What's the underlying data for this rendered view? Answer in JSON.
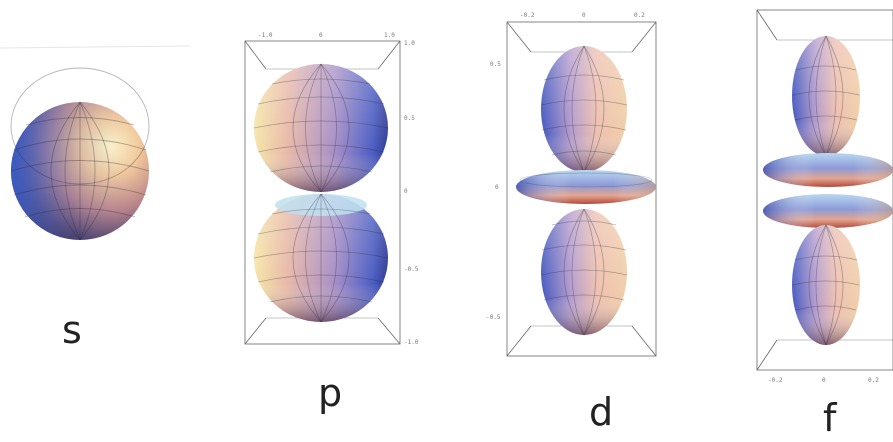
{
  "orbitals": [
    {
      "label": "s"
    },
    {
      "label": "p"
    },
    {
      "label": "d"
    },
    {
      "label": "f"
    }
  ]
}
